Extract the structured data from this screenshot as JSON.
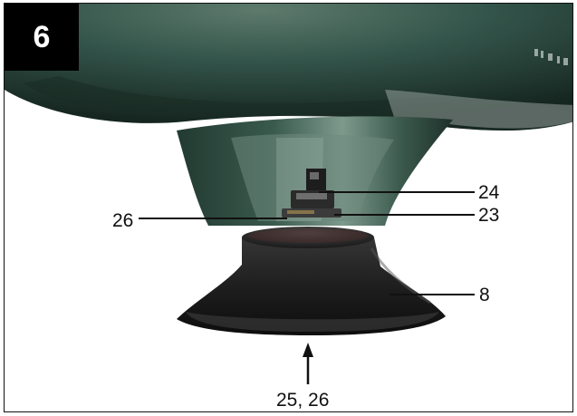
{
  "figure": {
    "number": "6"
  },
  "callouts": {
    "label_24": "24",
    "label_23": "23",
    "label_26_left": "26",
    "label_8": "8",
    "label_25_26": "25, 26"
  },
  "colors": {
    "tank_green": "#2f4d40",
    "foot_black": "#1c1c1c",
    "badge_bg": "#000000"
  }
}
